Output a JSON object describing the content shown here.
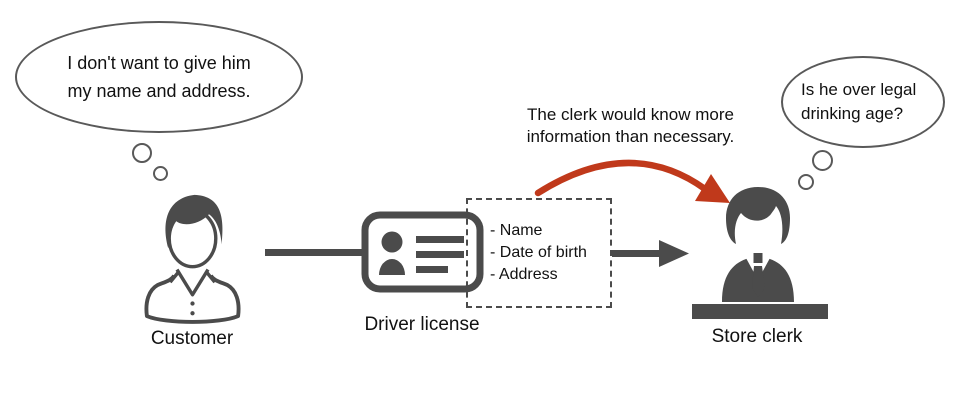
{
  "diagram": {
    "customer": {
      "label": "Customer",
      "thought": {
        "lines": [
          "I don't want to give him",
          "my name and address."
        ]
      }
    },
    "license": {
      "label": "Driver license",
      "fields": [
        "- Name",
        "- Date of birth",
        "- Address"
      ]
    },
    "clerk": {
      "label": "Store clerk",
      "thought": {
        "lines": [
          "Is he over legal",
          "drinking age?"
        ]
      }
    },
    "warning": {
      "lines": [
        "The clerk would know more",
        "information than necessary."
      ]
    },
    "colors": {
      "figure_gray": "#4b4b4b",
      "warning_red": "#c0391b",
      "bubble_outline": "#595959",
      "text": "#111111"
    }
  }
}
